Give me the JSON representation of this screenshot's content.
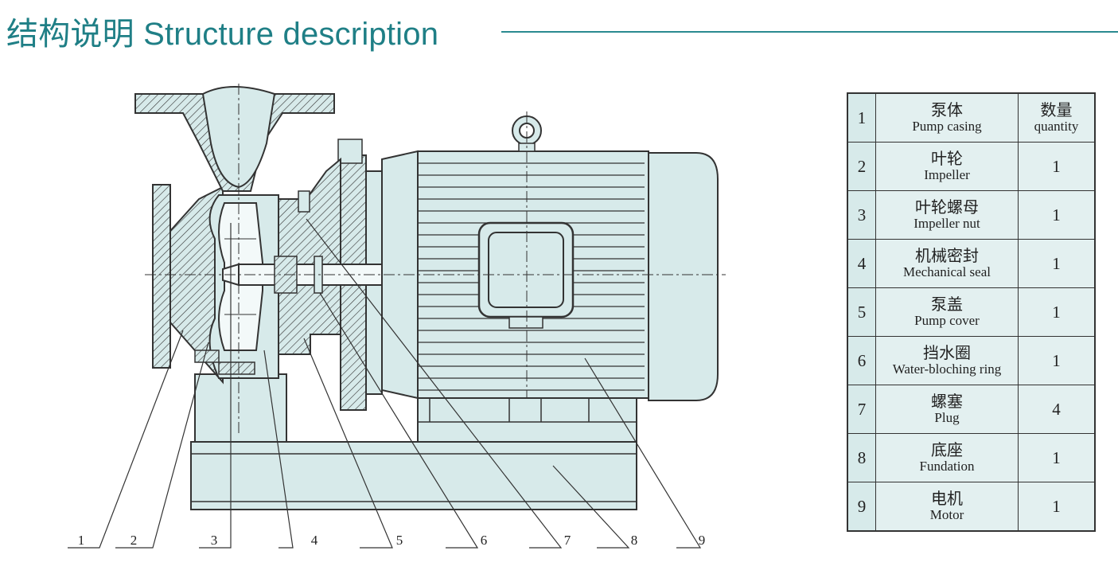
{
  "header": {
    "title": "结构说明 Structure description"
  },
  "diagram": {
    "callouts": [
      "1",
      "2",
      "3",
      "4",
      "5",
      "6",
      "7",
      "8",
      "9"
    ]
  },
  "table": {
    "header": {
      "num": "1",
      "name_zh": "泵体",
      "name_en": "Pump casing",
      "qty_zh": "数量",
      "qty_en": "quantity"
    },
    "rows": [
      {
        "num": "2",
        "name_zh": "叶轮",
        "name_en": "Impeller",
        "qty": "1"
      },
      {
        "num": "3",
        "name_zh": "叶轮螺母",
        "name_en": "Impeller nut",
        "qty": "1"
      },
      {
        "num": "4",
        "name_zh": "机械密封",
        "name_en": "Mechanical seal",
        "qty": "1"
      },
      {
        "num": "5",
        "name_zh": "泵盖",
        "name_en": "Pump cover",
        "qty": "1"
      },
      {
        "num": "6",
        "name_zh": "挡水圈",
        "name_en": "Water-bloching ring",
        "qty": "1"
      },
      {
        "num": "7",
        "name_zh": "螺塞",
        "name_en": "Plug",
        "qty": "4"
      },
      {
        "num": "8",
        "name_zh": "底座",
        "name_en": "Fundation",
        "qty": "1"
      },
      {
        "num": "9",
        "name_zh": "电机",
        "name_en": "Motor",
        "qty": "1"
      }
    ]
  },
  "colors": {
    "accent": "#1f7f86",
    "fill": "#d7eaea",
    "line": "#333333"
  }
}
